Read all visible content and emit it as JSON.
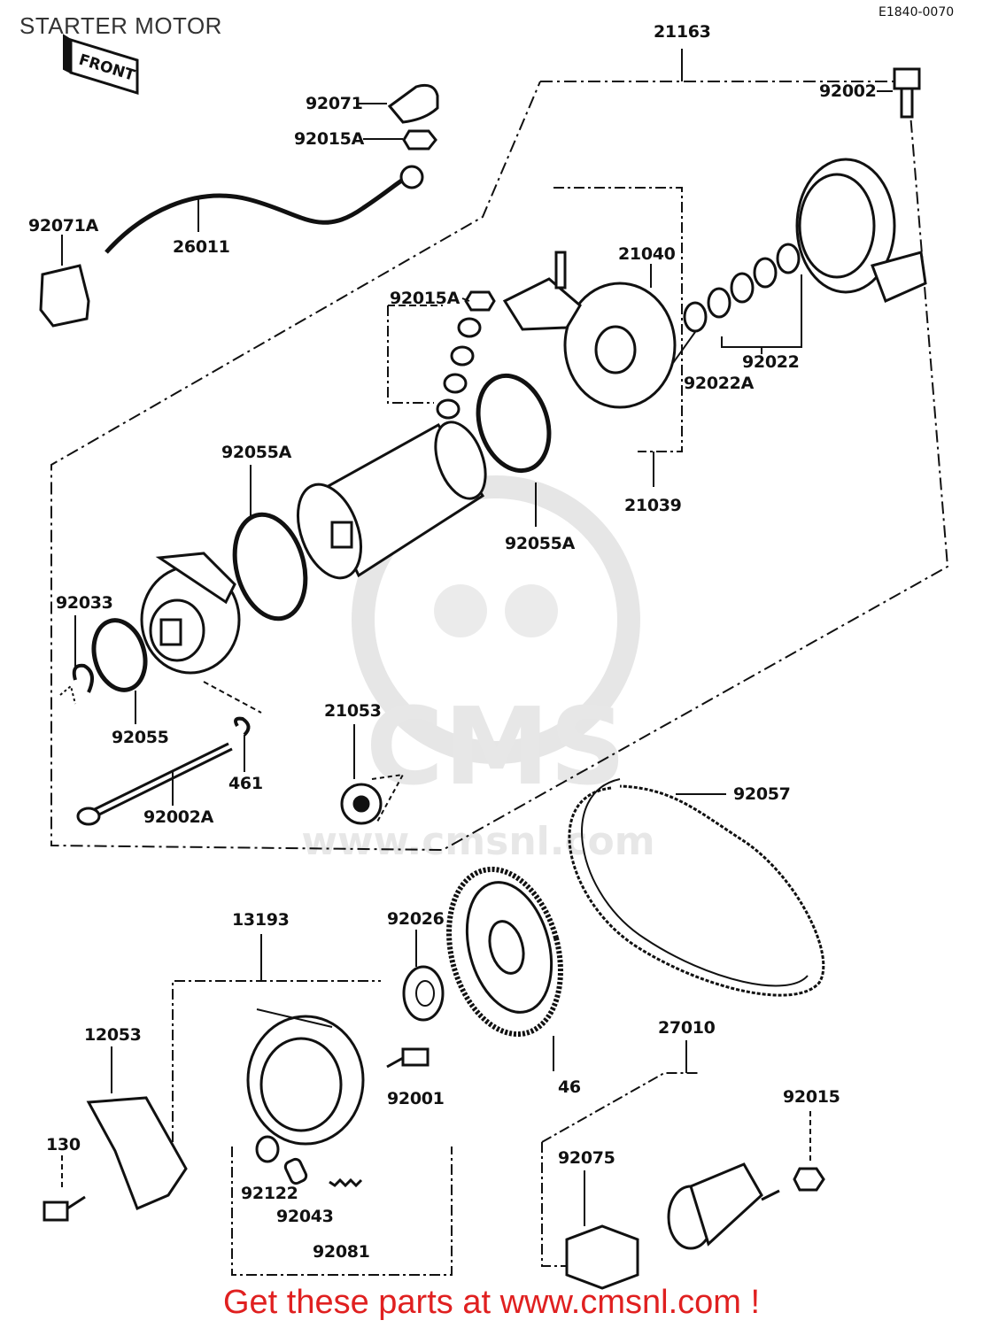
{
  "header": {
    "title": "STARTER MOTOR",
    "code": "E1840-0070"
  },
  "front_label": "FRONT",
  "watermark": {
    "text": "www.cmsnl.com",
    "logo_text": "CMS"
  },
  "footer": {
    "text": "Get these parts at www.cmsnl.com !"
  },
  "parts": {
    "p21163": "21163",
    "p92002": "92002",
    "p92071": "92071",
    "p92015A_top": "92015A",
    "p92071A": "92071A",
    "p26011": "26011",
    "p21040": "21040",
    "p92015A_mid": "92015A",
    "p92022A": "92022A",
    "p92022": "92022",
    "p92055A_left": "92055A",
    "p21039": "21039",
    "p92055A_right": "92055A",
    "p92033": "92033",
    "p92055": "92055",
    "p461": "461",
    "p92002A": "92002A",
    "p21053": "21053",
    "p92057": "92057",
    "p13193": "13193",
    "p92026": "92026",
    "p12053": "12053",
    "p46": "46",
    "p92001": "92001",
    "p27010": "27010",
    "p92015": "92015",
    "p130": "130",
    "p92075": "92075",
    "p92122": "92122",
    "p92043": "92043",
    "p92081": "92081"
  },
  "colors": {
    "ink": "#111111",
    "footer": "#e02020",
    "watermark": "#cfcfcf"
  }
}
